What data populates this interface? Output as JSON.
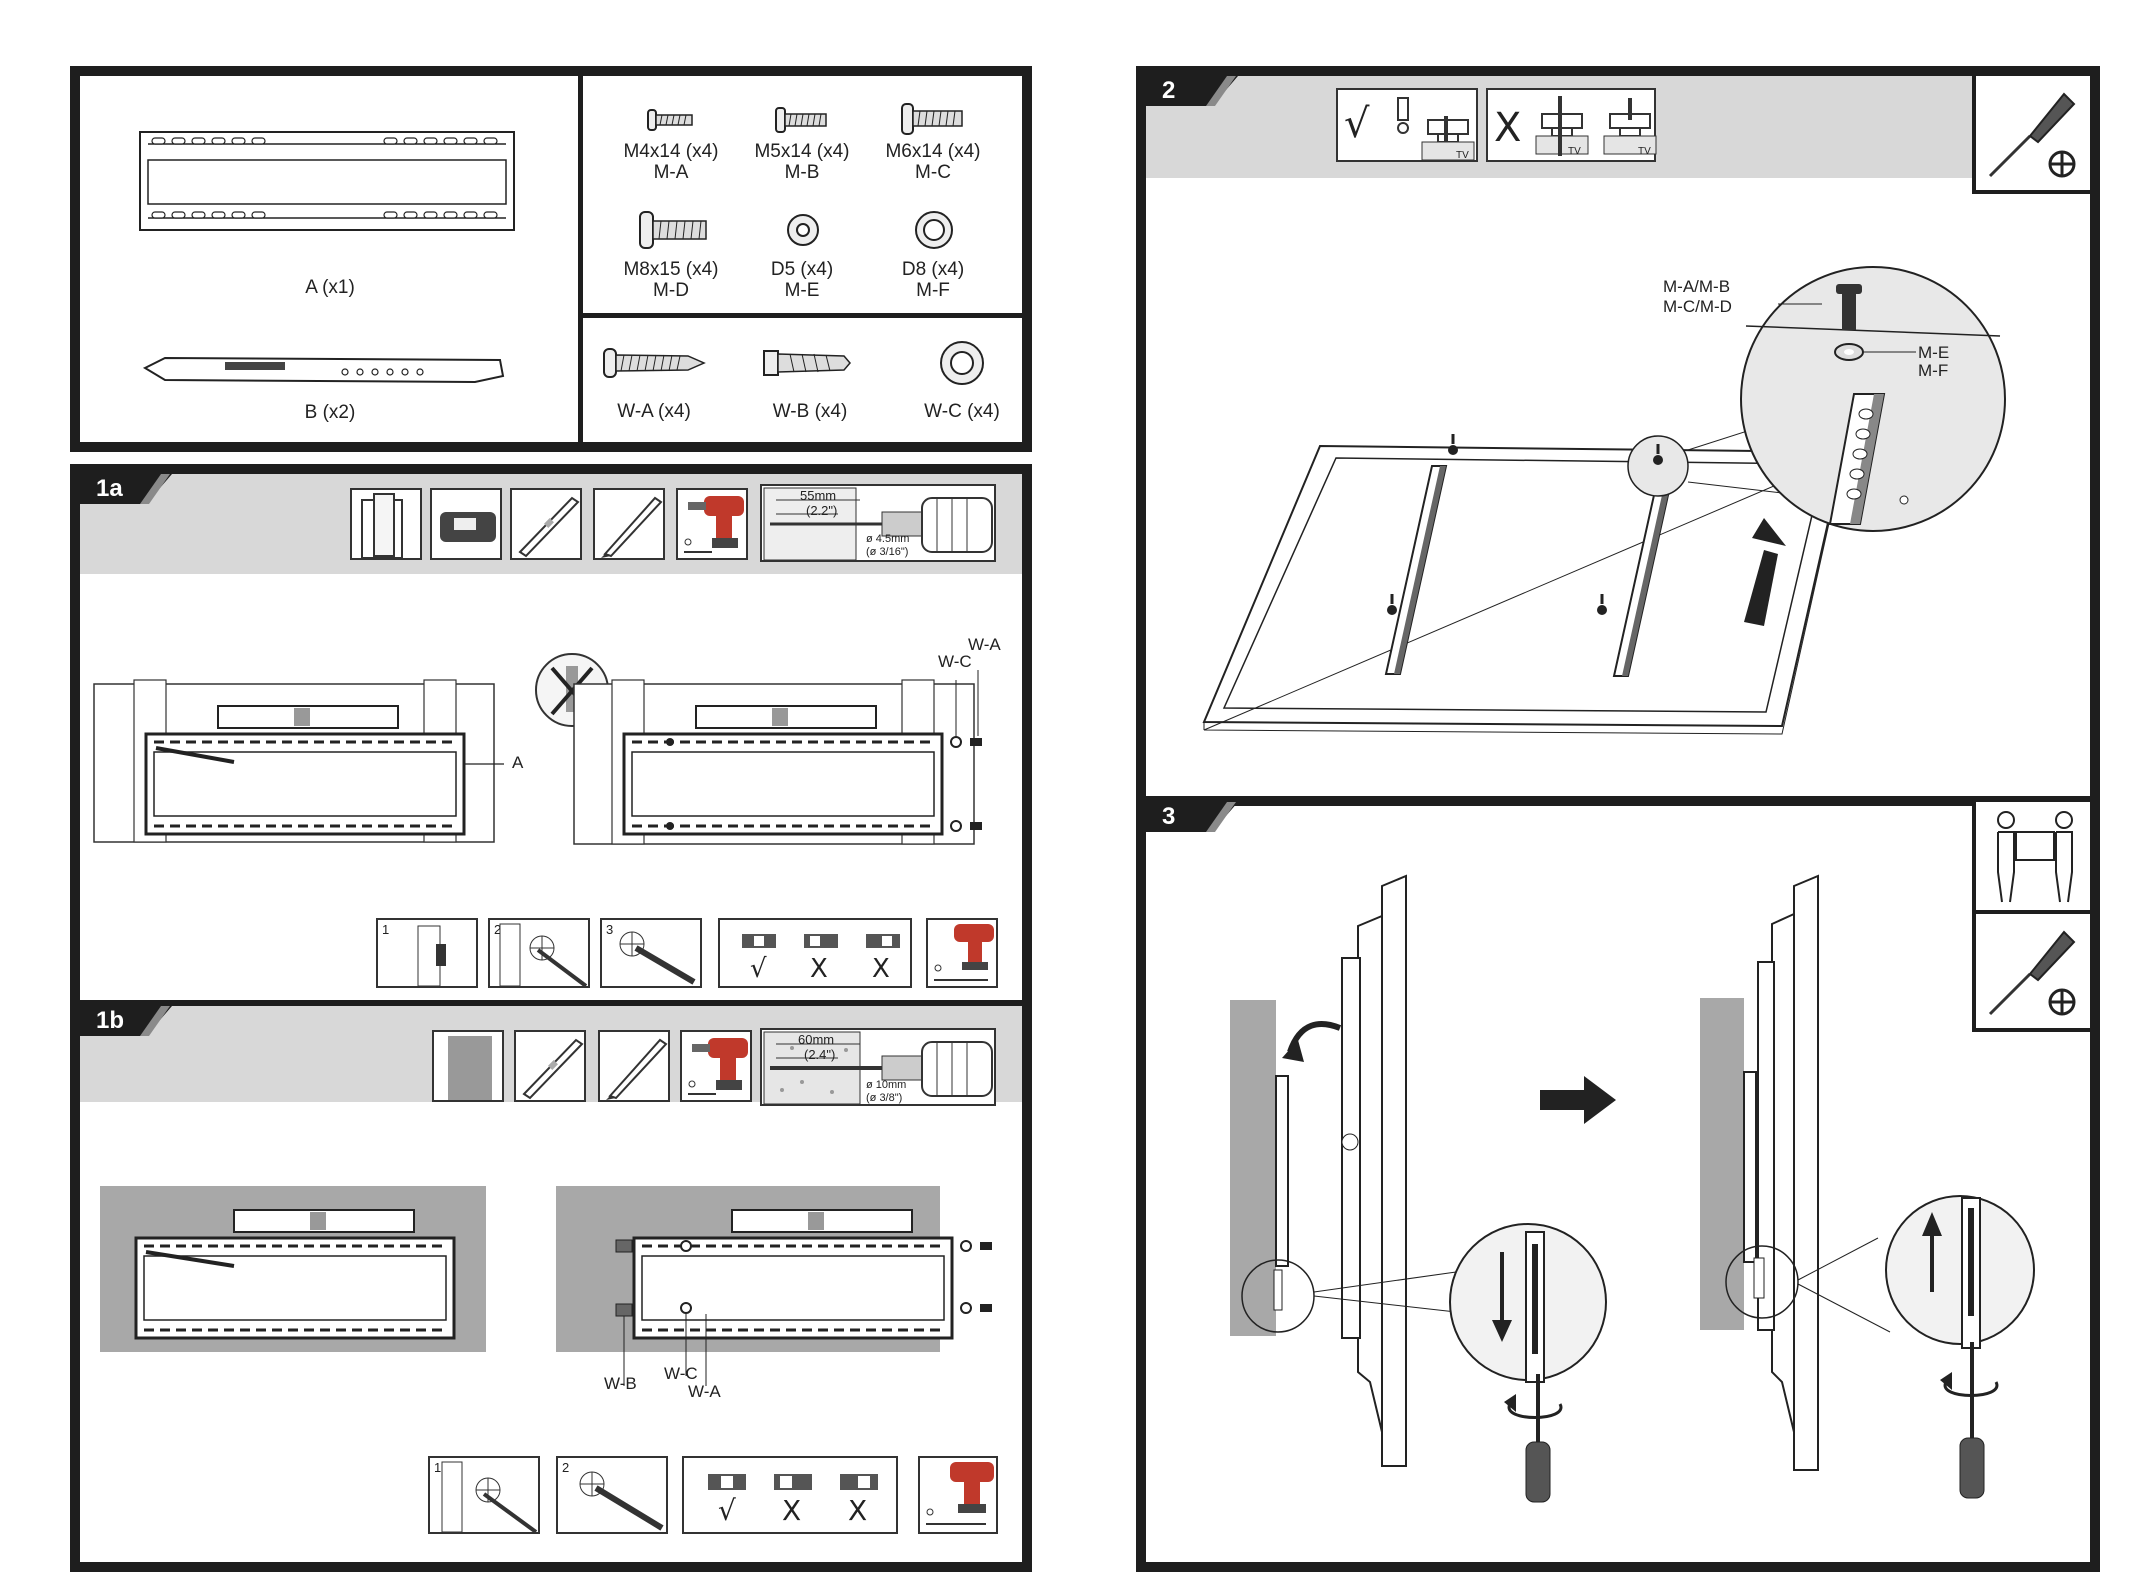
{
  "parts": {
    "bracket_a": "A (x1)",
    "bracket_b": "B (x2)",
    "screws": [
      {
        "size": "M4x14 (x4)",
        "code": "M-A"
      },
      {
        "size": "M5x14 (x4)",
        "code": "M-B"
      },
      {
        "size": "M6x14 (x4)",
        "code": "M-C"
      },
      {
        "size": "M8x15 (x4)",
        "code": "M-D"
      },
      {
        "size": "D5 (x4)",
        "code": "M-E"
      },
      {
        "size": "D8 (x4)",
        "code": "M-F"
      }
    ],
    "wall_hardware": [
      "W-A (x4)",
      "W-B (x4)",
      "W-C (x4)"
    ]
  },
  "step1a": {
    "tag": "1a",
    "drill_depth_mm": "55mm",
    "drill_depth_in": "(2.2\")",
    "drill_bit": "ø 4.5mm",
    "drill_bit_in": "(ø 3/16\")",
    "label_a": "A",
    "label_wa": "W-A",
    "label_wc": "W-C",
    "sub_steps": [
      "1",
      "2",
      "3"
    ]
  },
  "step1b": {
    "tag": "1b",
    "drill_depth_mm": "60mm",
    "drill_depth_in": "(2.4\")",
    "drill_bit": "ø 10mm",
    "drill_bit_in": "(ø 3/8\")",
    "label_wb": "W-B",
    "label_wc": "W-C",
    "label_wa": "W-A",
    "sub_steps": [
      "1",
      "2"
    ]
  },
  "step2": {
    "tag": "2",
    "callout_screws_1": "M-A/M-B",
    "callout_screws_2": "M-C/M-D",
    "callout_washers_1": "M-E",
    "callout_washers_2": "M-F",
    "tv_label": "TV"
  },
  "step3": {
    "tag": "3"
  },
  "symbols": {
    "check": "√",
    "cross": "X",
    "check_icon": "check-mark-icon",
    "cross_icon": "cross-mark-icon"
  }
}
